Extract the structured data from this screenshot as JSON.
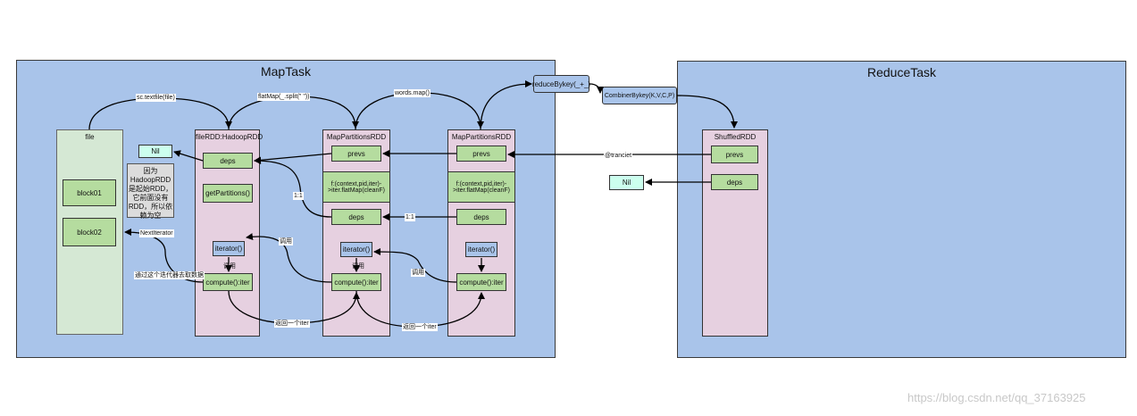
{
  "map_task": {
    "title": "MapTask"
  },
  "reduce_task": {
    "title": "ReduceTask"
  },
  "file_box": {
    "title": "file",
    "blocks": [
      "block01",
      "block02"
    ]
  },
  "hadoop_rdd": {
    "title": "fileRDD:HadoopRDD",
    "deps": "deps",
    "get_partitions": "getPartitions()",
    "iterator": "iterator()",
    "compute": "compute():iter"
  },
  "map_partitions_rdd_1": {
    "title": "MapPartitionsRDD",
    "prevs": "prevs",
    "func": "f:(context,pid,iter)->iter.flatMap(cleanF)",
    "deps": "deps",
    "iterator": "iterator()",
    "compute": "compute():iter"
  },
  "map_partitions_rdd_2": {
    "title": "MapPartitionsRDD",
    "prevs": "prevs",
    "func": "f:(context,pid,iter)->iter.flatMap(cleanF)",
    "deps": "deps",
    "iterator": "iterator()",
    "compute": "compute():iter"
  },
  "shuffled_rdd": {
    "title": "ShuffledRDD",
    "prevs": "prevs",
    "deps": "deps"
  },
  "nil_left": "Nil",
  "nil_right": "Nil",
  "note_text": "因为HadoopRDD是起始RDD，它前面没有RDD，所以依赖为空",
  "reduce_by_key": "reduceBykey(_+_)",
  "combiner_by_key": "CombinerBykey(K,V,C,P)",
  "labels": {
    "textfile": "sc.textfile(file)",
    "flatmap": "flatMap(_.split(\" \"))",
    "wordsmap": "words.map()",
    "tranciet": "@tranciet",
    "one_to_one_a": "1:1",
    "one_to_one_b": "1:1",
    "call_1": "调用",
    "call_2": "调用",
    "call_3": "调用",
    "call_4": "调用",
    "next_iterator": "NextIterator",
    "read_via_iter": "通过这个迭代器去取数据",
    "return_iter_1": "返回一个iter",
    "return_iter_2": "返回一个iter"
  },
  "watermark": "https://blog.csdn.net/qq_37163925"
}
